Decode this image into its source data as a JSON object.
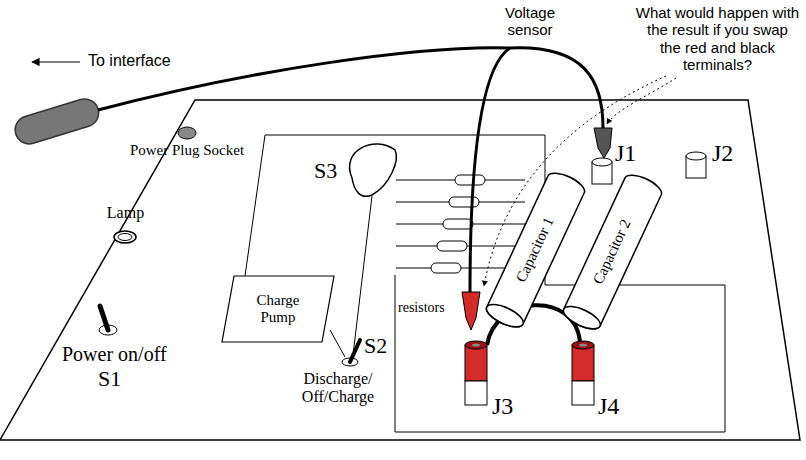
{
  "diagram": {
    "nodes": [
      {
        "text": [
          "Charge Pump"
        ]
      },
      {
        "text": [
          "Capacitor 1"
        ]
      },
      {
        "text": [
          "Capacitor 2"
        ]
      }
    ],
    "labels": [
      "Voltage sensor",
      "What would happen with the result if you swap the red and black terminals?",
      "To interface",
      "Power Plug Socket",
      "Lamp",
      "Power on/off",
      "S1",
      "S3",
      "resistors",
      "S2",
      "Discharge/ Off/Charge",
      "J1",
      "J2",
      "J3",
      "J4"
    ]
  }
}
